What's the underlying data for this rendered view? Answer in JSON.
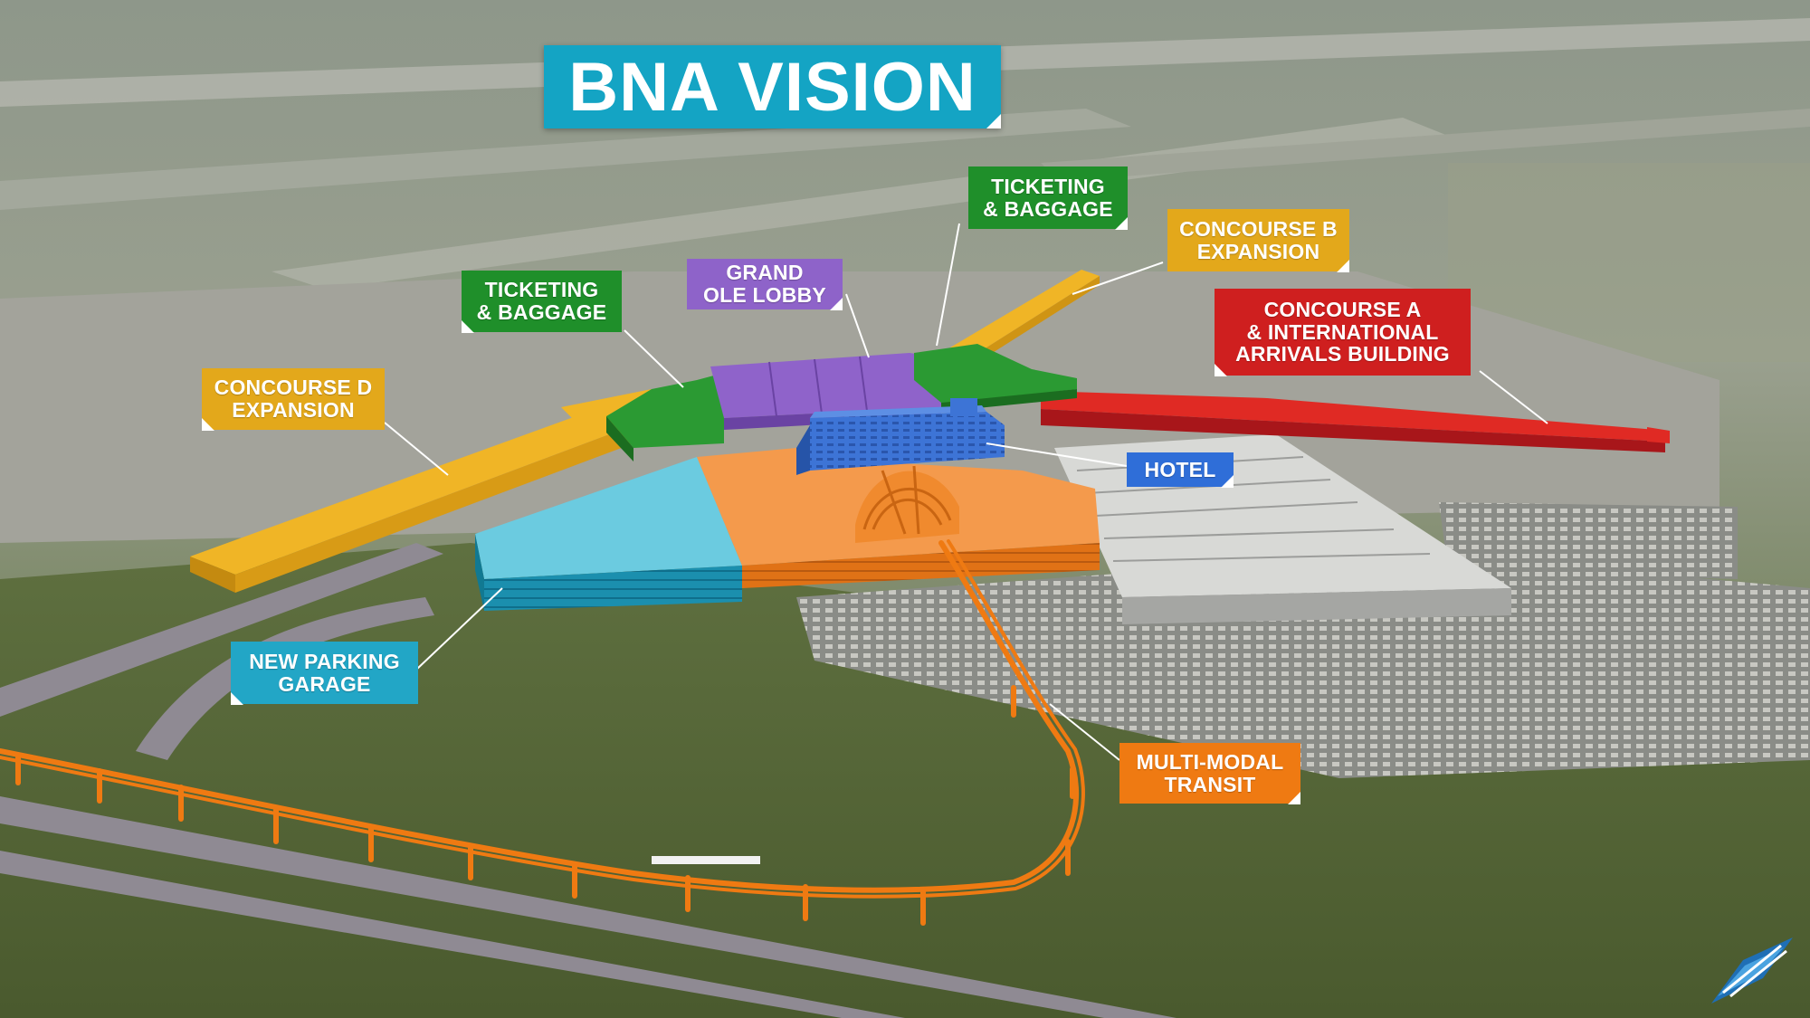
{
  "title": "BNA VISION",
  "colors": {
    "title_bg": "#14a4c4",
    "ticketing": "#1f8f2a",
    "grand_ole_lobby": "#8e63c9",
    "concourse_b": "#e3a81b",
    "concourse_a": "#cf1f1f",
    "concourse_d": "#e3a81b",
    "hotel": "#2f6ed8",
    "parking": "#22a6c6",
    "transit": "#ef7a12"
  },
  "labels": {
    "ticketing_left": [
      "TICKETING",
      "& BAGGAGE"
    ],
    "grand_ole_lobby": [
      "GRAND",
      "OLE LOBBY"
    ],
    "ticketing_right": [
      "TICKETING",
      "& BAGGAGE"
    ],
    "concourse_b": [
      "CONCOURSE B",
      "EXPANSION"
    ],
    "concourse_a": [
      "CONCOURSE A",
      "& INTERNATIONAL",
      "ARRIVALS BUILDING"
    ],
    "concourse_d": [
      "CONCOURSE D",
      "EXPANSION"
    ],
    "hotel": [
      "HOTEL"
    ],
    "parking": [
      "NEW PARKING",
      "GARAGE"
    ],
    "transit": [
      "MULTI-MODAL",
      "TRANSIT"
    ]
  },
  "icons": {
    "logo": "bna-wing-logo-icon"
  }
}
